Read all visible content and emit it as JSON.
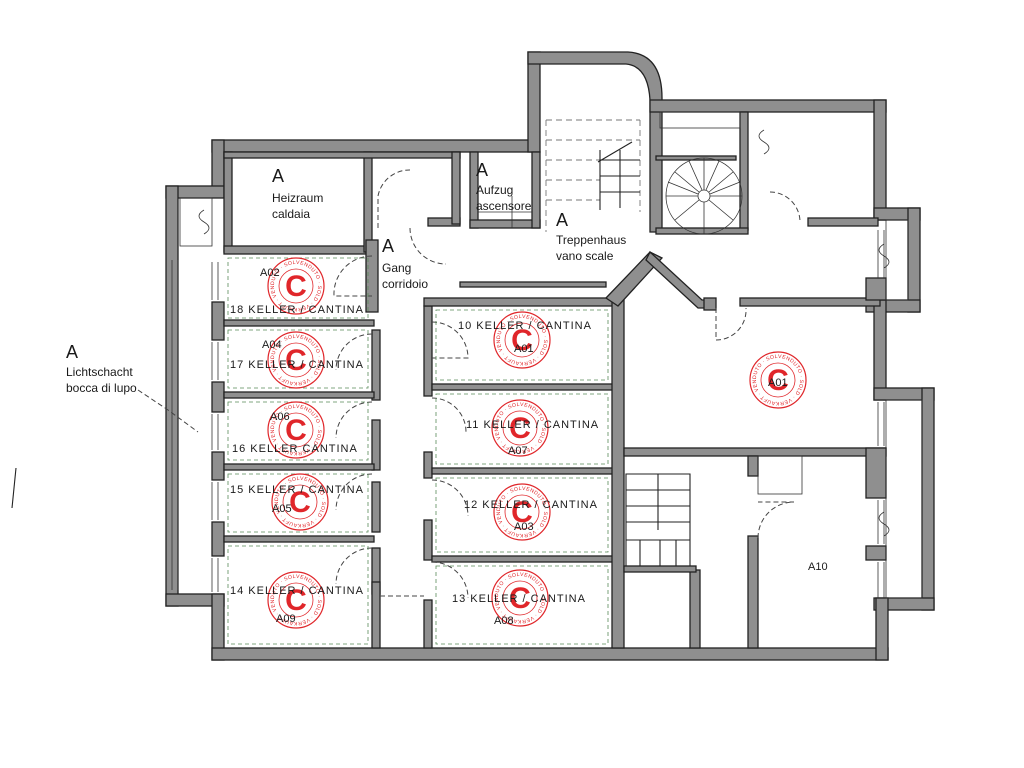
{
  "rooms": {
    "heizraum": {
      "letter": "A",
      "line1": "Heizraum",
      "line2": "caldaia"
    },
    "aufzug": {
      "letter": "A",
      "line1": "Aufzug",
      "line2": "ascensore"
    },
    "treppenhaus": {
      "letter": "A",
      "line1": "Treppenhaus",
      "line2": "vano scale"
    },
    "gang": {
      "letter": "A",
      "line1": "Gang",
      "line2": "corridoio"
    },
    "lichtschacht": {
      "letter": "A",
      "line1": "Lichtschacht",
      "line2": "bocca di lupo"
    }
  },
  "cellars": [
    {
      "id": "A02",
      "label": "18 KELLER / CANTINA"
    },
    {
      "id": "A04",
      "label": "17  KELLER / CANTINA"
    },
    {
      "id": "A06",
      "label": "16 KELLER CANTINA"
    },
    {
      "id": "A05",
      "label": "15 KELLER / CANTINA"
    },
    {
      "id": "A09",
      "label": "14 KELLER / CANTINA"
    },
    {
      "id": "A01",
      "label": "10 KELLER / CANTINA"
    },
    {
      "id": "A07",
      "label": "11  KELLER / CANTINA"
    },
    {
      "id": "A03",
      "label": "12 KELLER / CANTINA"
    },
    {
      "id": "A08",
      "label": "13    KELLER / CANTINA"
    }
  ],
  "units": {
    "a01": "A01",
    "a10": "A10"
  },
  "stamp": {
    "letter": "C",
    "ring_text": "VENDUTO · SOLD · VERKAUFT · VENDUTO · SOLD · VERKAUFT ·",
    "color": "#e0262a"
  },
  "colors": {
    "wall": "#8f8f8f",
    "line": "#222222",
    "stamp": "#e0262a"
  }
}
